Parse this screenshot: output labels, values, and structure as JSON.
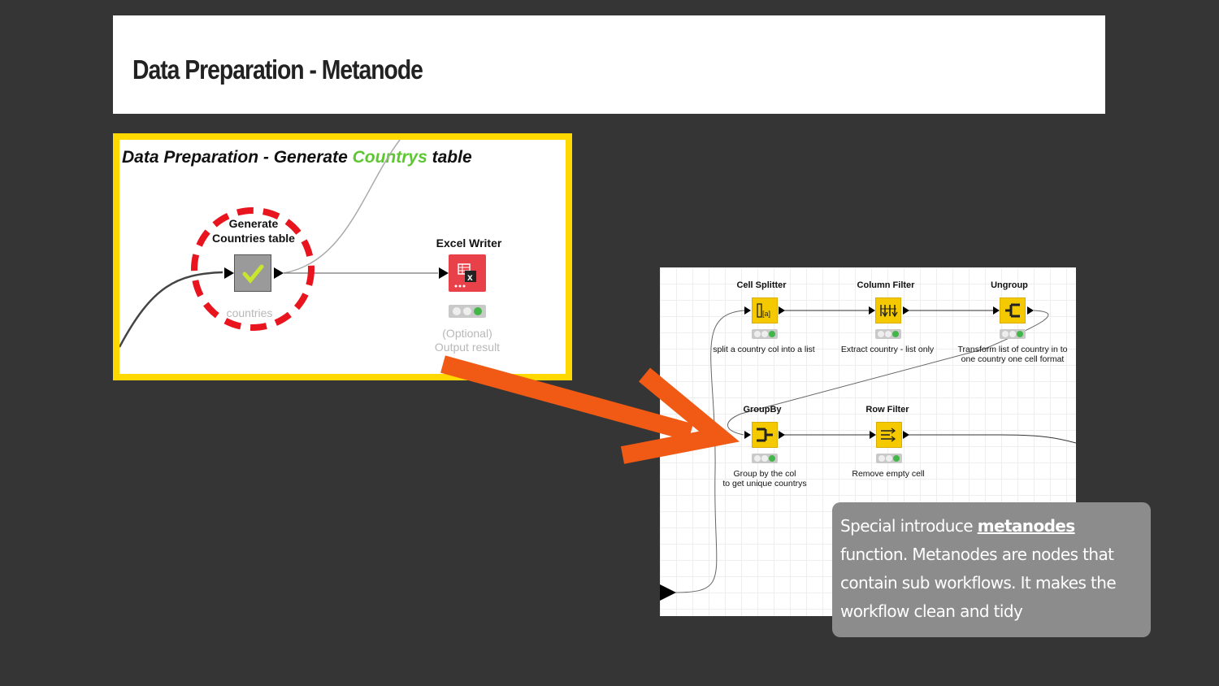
{
  "slide": {
    "title": "Data Preparation - Metanode"
  },
  "left_workflow": {
    "title_prefix": "Data Preparation - Generate ",
    "title_highlight": "Countrys",
    "title_suffix": " table",
    "nodes": [
      {
        "label_line1": "Generate",
        "label_line2": "Countries table",
        "caption": "countries"
      },
      {
        "label": "Excel Writer",
        "caption_line1": "(Optional)",
        "caption_line2": "Output result"
      }
    ]
  },
  "right_workflow": {
    "nodes": [
      {
        "label": "Cell Splitter",
        "desc": "split a country col into a list"
      },
      {
        "label": "Column Filter",
        "desc": "Extract country - list only"
      },
      {
        "label": "Ungroup",
        "desc_line1": "Transform list of country in to",
        "desc_line2": "one country one cell format"
      },
      {
        "label": "GroupBy",
        "desc_line1": "Group by the col",
        "desc_line2": "to get unique countrys"
      },
      {
        "label": "Row Filter",
        "desc": "Remove empty cell"
      }
    ]
  },
  "callout": {
    "text_before": "Special introduce ",
    "keyword": "metanodes",
    "text_after": " function. Metanodes are nodes that contain sub workflows. It makes the workflow clean and tidy"
  },
  "colors": {
    "background": "#353535",
    "highlight_border": "#ffd800",
    "arrow": "#f05a14",
    "dashed_circle": "#e8141e",
    "node_yellow": "#f5c900",
    "excel_red": "#e8414a"
  }
}
